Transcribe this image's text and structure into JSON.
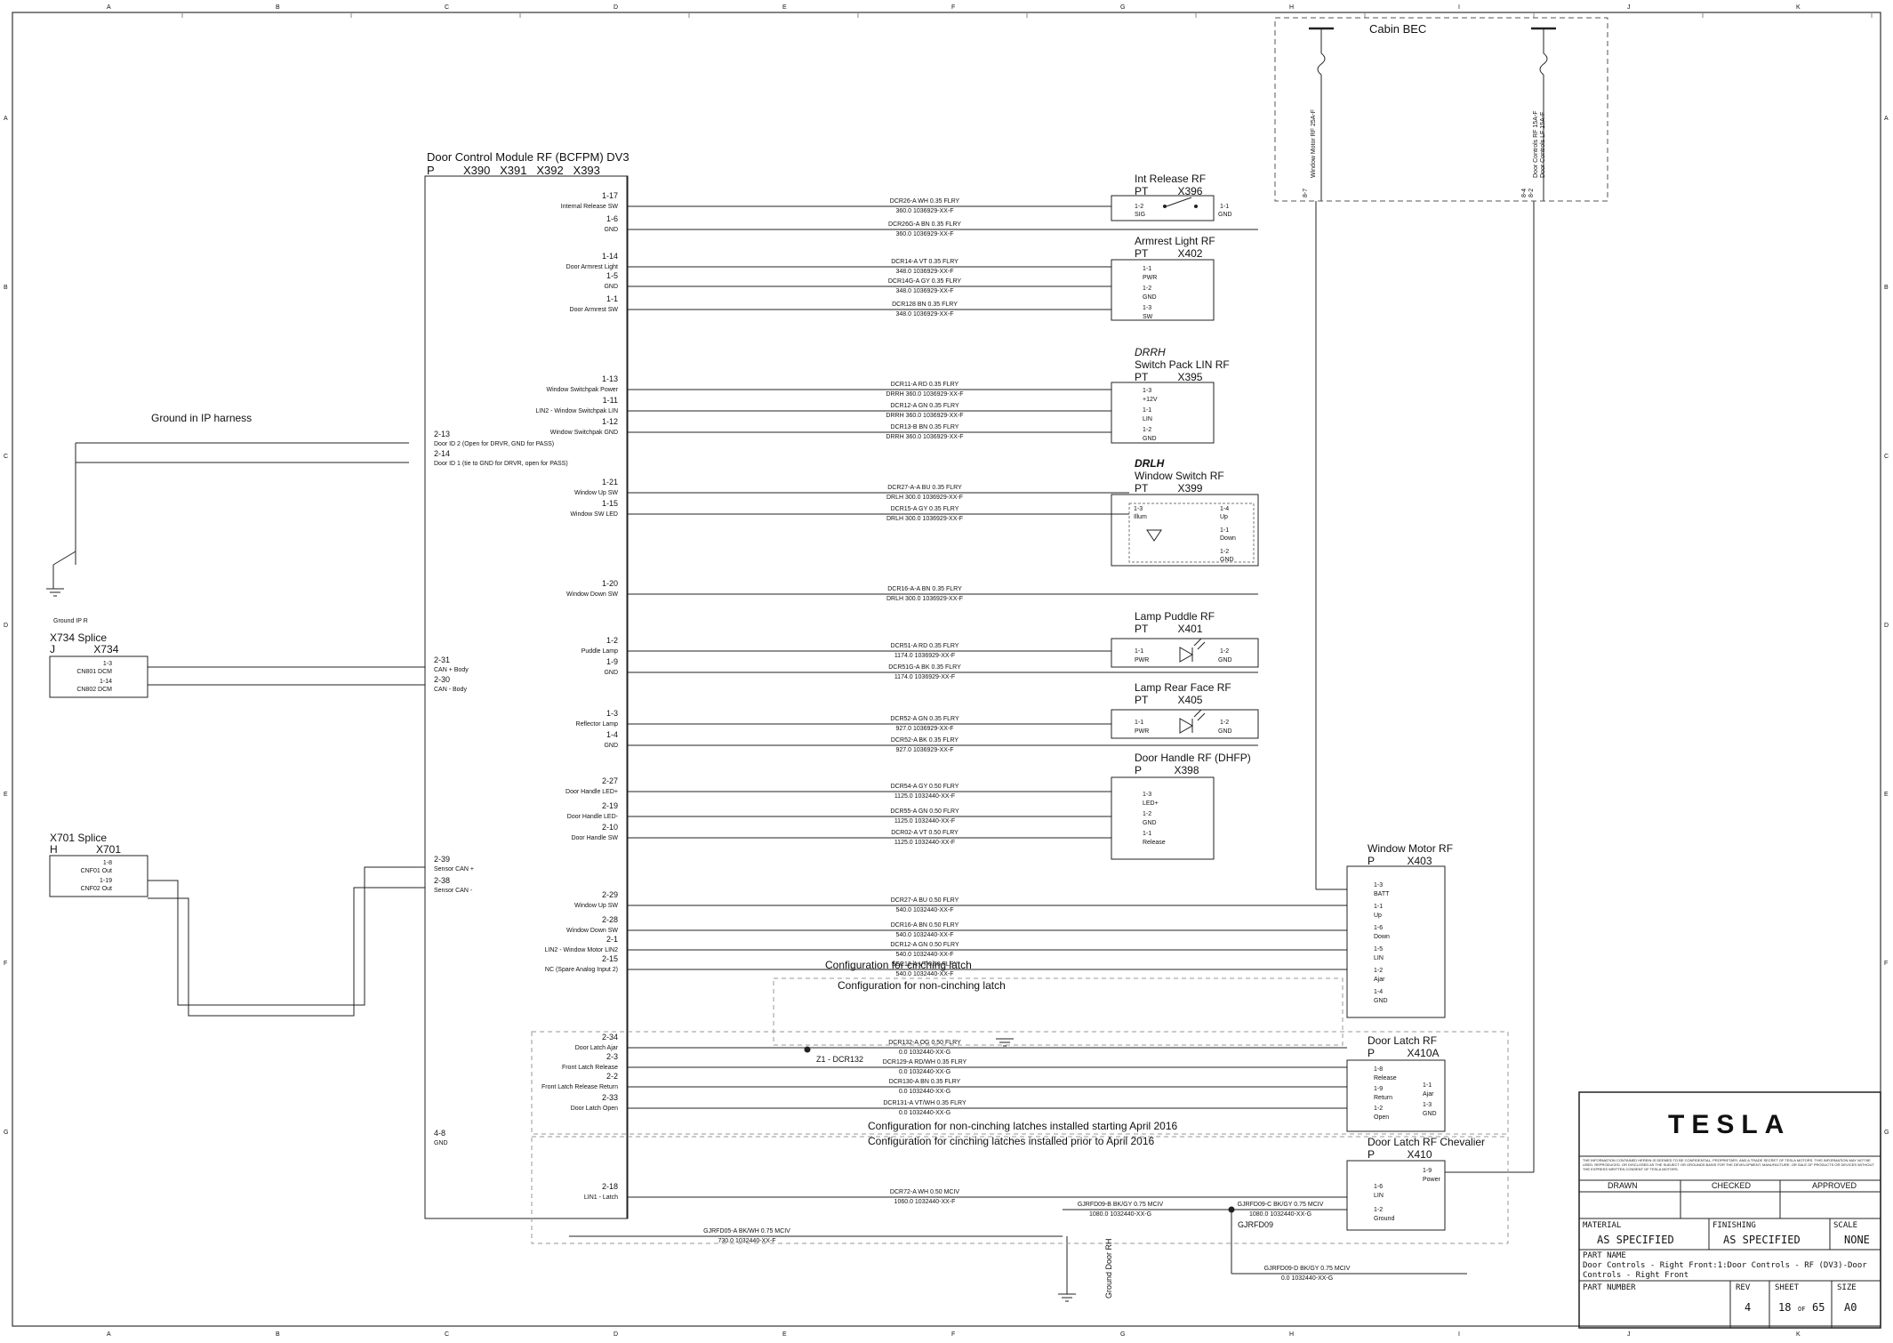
{
  "frame": {
    "col_labels": [
      "A",
      "B",
      "C",
      "D",
      "E",
      "F",
      "G",
      "H",
      "I",
      "J",
      "K"
    ],
    "row_labels": [
      "A",
      "B",
      "C",
      "D",
      "E",
      "F",
      "G"
    ]
  },
  "cabin_bec": {
    "title": "Cabin BEC",
    "fuse_left_label": "Window Motor RF 25A-F",
    "fuse_left_pin": "8-7",
    "fuse_right_label": "Door Controls RF 15A-F",
    "fuse_right_pins": [
      "8-4",
      "8-2"
    ],
    "fuse_right_label2": "Door Controls LF 15A-F"
  },
  "dcm": {
    "title": "Door Control Module RF (BCFPM) DV3",
    "subtitle": "P         X390   X391   X392   X393",
    "pins": [
      {
        "pin": "1-17",
        "name": "Internal Release SW"
      },
      {
        "pin": "1-6",
        "name": "GND"
      },
      {
        "pin": "1-14",
        "name": "Door Armrest Light"
      },
      {
        "pin": "1-5",
        "name": "GND"
      },
      {
        "pin": "1-1",
        "name": "Door Armrest SW"
      },
      {
        "pin": "1-13",
        "name": "Window Switchpak Power"
      },
      {
        "pin": "1-11",
        "name": "LIN2 - Window Switchpak LIN"
      },
      {
        "pin": "1-12",
        "name": "Window Switchpak GND"
      },
      {
        "pin": "1-21",
        "name": "Window Up SW"
      },
      {
        "pin": "1-15",
        "name": "Window SW LED"
      },
      {
        "pin": "1-20",
        "name": "Window Down SW"
      },
      {
        "pin": "1-2",
        "name": "Puddle Lamp"
      },
      {
        "pin": "1-9",
        "name": "GND"
      },
      {
        "pin": "1-3",
        "name": "Reflector Lamp"
      },
      {
        "pin": "1-4",
        "name": "GND"
      },
      {
        "pin": "2-27",
        "name": "Door Handle LED+"
      },
      {
        "pin": "2-19",
        "name": "Door Handle LED-"
      },
      {
        "pin": "2-10",
        "name": "Door Handle SW"
      },
      {
        "pin": "2-29",
        "name": "Window Up SW"
      },
      {
        "pin": "2-28",
        "name": "Window Down SW"
      },
      {
        "pin": "2-1",
        "name": "LIN2 - Window Motor LIN2"
      },
      {
        "pin": "2-15",
        "name": "NC (Spare Analog Input 2)"
      },
      {
        "pin": "2-34",
        "name": "Door Latch Ajar"
      },
      {
        "pin": "2-3",
        "name": "Front Latch Release"
      },
      {
        "pin": "2-2",
        "name": "Front Latch Release Return"
      },
      {
        "pin": "2-33",
        "name": "Door Latch Open"
      },
      {
        "pin": "2-18",
        "name": "LIN1 - Latch"
      }
    ],
    "left_pins": [
      {
        "pin": "2-13",
        "name": "Door ID 2 (Open for DRVR, GND for PASS)"
      },
      {
        "pin": "2-14",
        "name": "Door ID 1 (tie to GND for DRVR, open for PASS)"
      },
      {
        "pin": "2-31",
        "name": "CAN + Body"
      },
      {
        "pin": "2-30",
        "name": "CAN - Body"
      },
      {
        "pin": "2-39",
        "name": "Sensor CAN +"
      },
      {
        "pin": "2-38",
        "name": "Sensor CAN -"
      },
      {
        "pin": "4-8",
        "name": "GND"
      }
    ]
  },
  "components": {
    "int_release": {
      "title": "Int Release RF",
      "sub": "PT          X396",
      "pin1": "1-2",
      "pin1_name": "SIG",
      "pin2": "1-1",
      "pin2_name": "GND"
    },
    "armrest": {
      "title": "Armrest Light RF",
      "sub": "PT          X402",
      "pins": [
        [
          "1-1",
          "PWR"
        ],
        [
          "1-2",
          "GND"
        ],
        [
          "1-3",
          "SW"
        ]
      ]
    },
    "switch_pack": {
      "tag": "DRRH",
      "title": "Switch Pack LIN RF",
      "sub": "PT          X395",
      "pins": [
        [
          "1-3",
          "+12V"
        ],
        [
          "1-1",
          "LIN"
        ],
        [
          "1-2",
          "GND"
        ]
      ]
    },
    "window_switch": {
      "tag": "DRLH",
      "title": "Window Switch RF",
      "sub": "PT          X399",
      "pins": [
        [
          "1-3",
          "Illum"
        ],
        [
          "1-4",
          "Up"
        ],
        [
          "1-1",
          "Down"
        ],
        [
          "1-2",
          "GND"
        ]
      ]
    },
    "lamp_puddle": {
      "title": "Lamp Puddle RF",
      "sub": "PT          X401",
      "pin1": "1-1",
      "pin1_name": "PWR",
      "pin2": "1-2",
      "pin2_name": "GND"
    },
    "lamp_rear": {
      "title": "Lamp Rear Face RF",
      "sub": "PT          X405",
      "pin1": "1-1",
      "pin1_name": "PWR",
      "pin2": "1-2",
      "pin2_name": "GND"
    },
    "door_handle": {
      "title": "Door Handle RF (DHFP)",
      "sub": "P           X398",
      "pins": [
        [
          "1-3",
          "LED+"
        ],
        [
          "1-2",
          "GND"
        ],
        [
          "1-1",
          "Release"
        ]
      ]
    },
    "window_motor": {
      "title": "Window Motor RF",
      "sub": "P           X403",
      "pins": [
        [
          "1-3",
          "BATT"
        ],
        [
          "1-1",
          "Up"
        ],
        [
          "1-6",
          "Down"
        ],
        [
          "1-5",
          "LIN"
        ],
        [
          "1-2",
          "Ajar"
        ],
        [
          "1-4",
          "GND"
        ]
      ]
    },
    "door_latch": {
      "title": "Door Latch RF",
      "sub": "P           X410A",
      "pins": [
        [
          "1-8",
          "Release"
        ],
        [
          "1-9",
          "Return"
        ],
        [
          "1-2",
          "Open"
        ]
      ],
      "pins_right": [
        [
          "1-1",
          "Ajar"
        ],
        [
          "1-3",
          "GND"
        ]
      ]
    },
    "door_latch_chev": {
      "title": "Door Latch RF Chevalier",
      "sub": "P           X410",
      "pins": [
        [
          "1-6",
          "LIN"
        ],
        [
          "1-2",
          "Ground"
        ]
      ],
      "pins_right": [
        [
          "1-9",
          "Power"
        ]
      ]
    }
  },
  "splices": {
    "ground_ip": {
      "title": "Ground in IP harness",
      "label": "Ground IP R"
    },
    "x734": {
      "title": "X734 Splice",
      "sub": "J             X734",
      "pins": [
        [
          "1-3",
          "CN801 DCM"
        ],
        [
          "1-14",
          "CN802 DCM"
        ]
      ]
    },
    "x701": {
      "title": "X701 Splice",
      "sub": "H             X701",
      "pins": [
        [
          "1-8",
          "CNF01 Out"
        ],
        [
          "1-19",
          "CNF02 Out"
        ]
      ]
    }
  },
  "notes": {
    "cinching": "Configuration for cinching latch",
    "non_cinching": "Configuration for non-cinching latch",
    "non_cinching_2016": "Configuration for non-cinching latches installed starting April 2016",
    "cinching_2016": "Configuration for cinching latches installed prior to April 2016",
    "splice_dcr132": "Z1 - DCR132",
    "ground_door": "Ground Door RH",
    "ground_ip_r": "Ground IP R",
    "gjrfd09": "GJRFD09"
  },
  "wires": [
    {
      "label": "DCR26-A   WH   0.35   FLRY",
      "part": "360.0     1036929-XX-F"
    },
    {
      "label": "DCR26G-A   BN   0.35   FLRY",
      "part": "360.0     1036929-XX-F"
    },
    {
      "label": "DCR14-A   VT   0.35   FLRY",
      "part": "348.0     1036929-XX-F"
    },
    {
      "label": "DCR14G-A   GY   0.35   FLRY",
      "part": "348.0     1036929-XX-F"
    },
    {
      "label": "DCR128   BN   0.35   FLRY",
      "part": "348.0     1036929-XX-F"
    },
    {
      "label": "DCR11-A   RD   0.35   FLRY",
      "part": "DRRH   360.0   1036929-XX-F"
    },
    {
      "label": "DCR12-A   GN   0.35   FLRY",
      "part": "DRRH   360.0   1036929-XX-F"
    },
    {
      "label": "DCR13-B   BN   0.35   FLRY",
      "part": "DRRH   360.0   1036929-XX-F"
    },
    {
      "label": "DCR27-A-A   BU   0.35   FLRY",
      "part": "DRLH   300.0   1036929-XX-F"
    },
    {
      "label": "DCR15-A   GY   0.35   FLRY",
      "part": "DRLH   300.0   1036929-XX-F"
    },
    {
      "label": "DCR16-A-A   BN   0.35   FLRY",
      "part": "DRLH   300.0   1036929-XX-F"
    },
    {
      "label": "DCR51-A   RD   0.35   FLRY",
      "part": "1174.0   1036929-XX-F"
    },
    {
      "label": "DCR51G-A   BK   0.35   FLRY",
      "part": "1174.0   1036929-XX-F"
    },
    {
      "label": "DCR52-A   GN   0.35   FLRY",
      "part": "927.0   1036929-XX-F"
    },
    {
      "label": "DCR52-A   BK   0.35   FLRY",
      "part": "927.0   1036929-XX-F"
    },
    {
      "label": "DCR54-A   GY   0.50   FLRY",
      "part": "1125.0   1032440-XX-F"
    },
    {
      "label": "DCR55-A   GN   0.50   FLRY",
      "part": "1125.0   1032440-XX-F"
    },
    {
      "label": "DCR02-A   VT   0.50   FLRY",
      "part": "1125.0   1032440-XX-F"
    },
    {
      "label": "DCR27-A   BU   0.50   FLRY",
      "part": "540.0   1032440-XX-F"
    },
    {
      "label": "DCR16-A   BN   0.50   FLRY",
      "part": "540.0   1032440-XX-F"
    },
    {
      "label": "DCR12-A   GN   0.50   FLRY",
      "part": "540.0   1032440-XX-F"
    },
    {
      "label": "SEC12-A   VT   0.50   FLRY",
      "part": "540.0   1032440-XX-F"
    },
    {
      "label": "DCR132-A   OG   0.50   FLRY",
      "part": "0.0   1032440-XX-G"
    },
    {
      "label": "DCR129-A   RD/WH   0.35   FLRY",
      "part": "0.0   1032440-XX-G"
    },
    {
      "label": "DCR130-A   BN   0.35   FLRY",
      "part": "0.0   1032440-XX-G"
    },
    {
      "label": "DCR131-A   VT/WH   0.35   FLRY",
      "part": "0.0   1032440-XX-G"
    },
    {
      "label": "DCR72-A   WH   0.50   MCIV",
      "part": "1060.0   1032440-XX-F"
    },
    {
      "label": "GJRFD05-A   BK/WH   0.75   MCIV",
      "part": "730.0   1032440-XX-F"
    },
    {
      "label": "GJRFD09-B   BK/GY   0.75   MCIV",
      "part": "1080.0   1032440-XX-G"
    },
    {
      "label": "GJRFD09-C   BK/GY   0.75   MCIV",
      "part": "1080.0   1032440-XX-G"
    },
    {
      "label": "GJRFD09-D   BK/GY   0.75   MCIV",
      "part": "0.0   1032440-XX-G"
    }
  ],
  "title_block": {
    "logo": "TESLA",
    "disclaimer": "THE INFORMATION CONTAINED HEREIN IS DEEMED TO BE CONFIDENTIAL, PROPRIETARY, AND A TRADE SECRET OF TESLA MOTORS. THIS INFORMATION MAY NOT BE USED, REPRODUCED, OR DISCLOSED AS THE SUBJECT OR GROUNDS BASIS FOR THE DEVELOPMENT, MANUFACTURE, OR SALE OF PRODUCTS OR DEVICES WITHOUT THE EXPRESS WRITTEN CONSENT OF TESLA MOTORS.",
    "drawn": "DRAWN",
    "checked": "CHECKED",
    "approved": "APPROVED",
    "material_label": "MATERIAL",
    "material": "AS SPECIFIED",
    "finishing_label": "FINISHING",
    "finishing": "AS SPECIFIED",
    "scale_label": "SCALE",
    "scale": "NONE",
    "part_name_label": "PART NAME",
    "part_name_1": "Door Controls - Right Front:1:Door Controls - RF (DV3)-Door",
    "part_name_2": "Controls - Right Front",
    "part_number_label": "PART NUMBER",
    "rev_label": "REV",
    "rev": "4",
    "sheet_label": "SHEET",
    "sheet": "18",
    "of": "OF",
    "total": "65",
    "size_label": "SIZE",
    "size": "A0"
  }
}
